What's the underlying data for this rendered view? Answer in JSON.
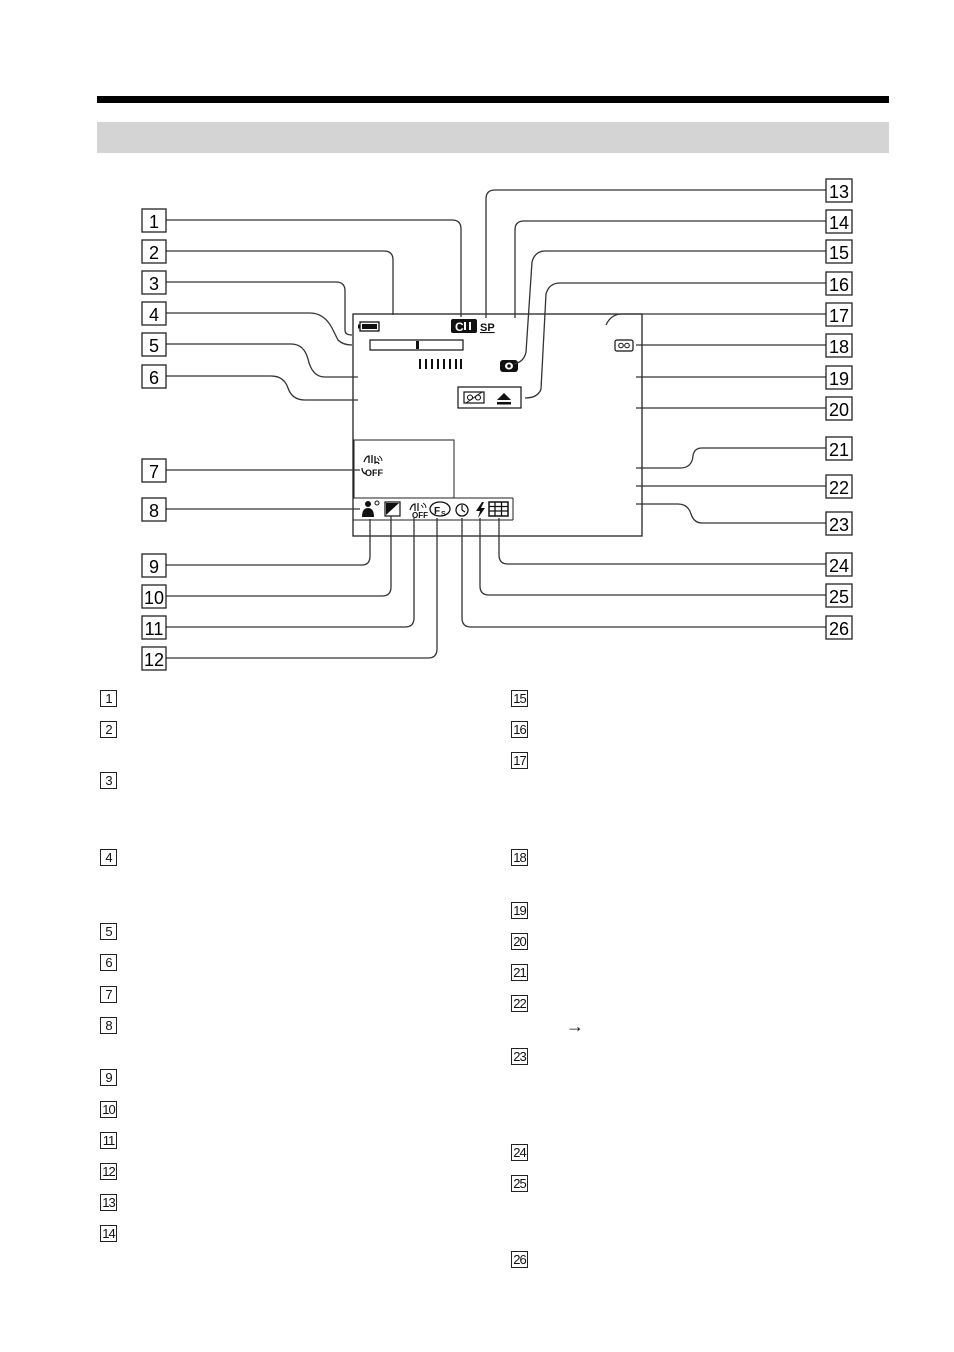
{
  "header": {
    "title_band_text": ""
  },
  "display_icons": {
    "sp_label": "SP",
    "off_label_7": "OFF",
    "off_label_11": "OFF",
    "icon_names": [
      "battery-icon",
      "cassette-memory-icon",
      "eye-icon",
      "cassette-icon",
      "eject-icon",
      "tape-icon",
      "steadyshot-off-icon",
      "backlight-icon",
      "picture-effect-icon",
      "fader-icon",
      "self-timer-icon",
      "flash-icon",
      "grid-icon",
      "portrait-icon"
    ]
  },
  "callouts_left": [
    "1",
    "2",
    "3",
    "4",
    "5",
    "6",
    "7",
    "8",
    "9",
    "10",
    "11",
    "12"
  ],
  "callouts_right": [
    "13",
    "14",
    "15",
    "16",
    "17",
    "18",
    "19",
    "20",
    "21",
    "22",
    "23",
    "24",
    "25",
    "26"
  ],
  "legend": {
    "left": [
      "1",
      "2",
      "3",
      "4",
      "5",
      "6",
      "7",
      "8",
      "9",
      "10",
      "11",
      "12",
      "13",
      "14"
    ],
    "right": [
      "15",
      "16",
      "17",
      "18",
      "19",
      "20",
      "21",
      "22",
      "23",
      "24",
      "25",
      "26"
    ]
  },
  "legend_arrow": "→"
}
